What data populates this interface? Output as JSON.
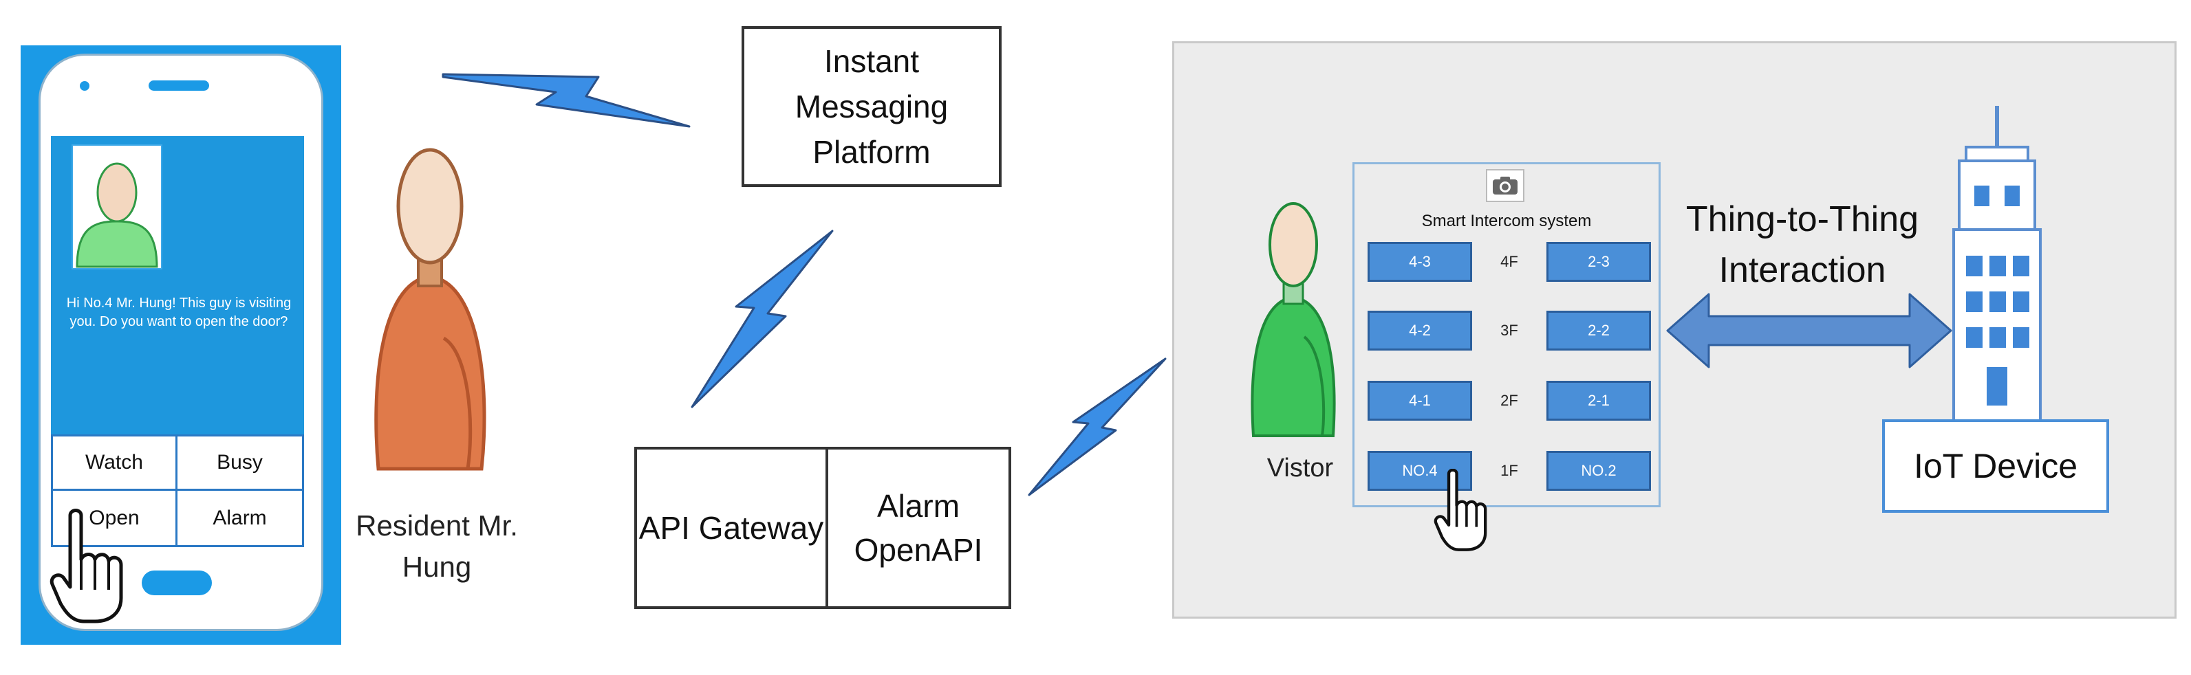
{
  "phone": {
    "message": "Hi No.4 Mr. Hung! This guy is visiting you. Do you want to open the door?",
    "buttons": [
      "Watch",
      "Busy",
      "Open",
      "Alarm"
    ]
  },
  "resident": {
    "label": "Resident Mr. Hung"
  },
  "im_platform": {
    "label": "Instant Messaging Platform"
  },
  "api": {
    "gateway": "API Gateway",
    "openapi": "Alarm OpenAPI"
  },
  "intercom": {
    "title": "Smart Intercom system",
    "rows": [
      {
        "left": "4-3",
        "floor": "4F",
        "right": "2-3"
      },
      {
        "left": "4-2",
        "floor": "3F",
        "right": "2-2"
      },
      {
        "left": "4-1",
        "floor": "2F",
        "right": "2-1"
      },
      {
        "left": "NO.4",
        "floor": "1F",
        "right": "NO.2"
      }
    ]
  },
  "visitor": {
    "label": "Vistor"
  },
  "interaction": {
    "label": "Thing-to-Thing Interaction"
  },
  "iot": {
    "label": "IoT Device"
  },
  "colors": {
    "phone_blue": "#1b9ae6",
    "lightning": "#3a8ee6",
    "resident_body": "#e07a4a",
    "visitor_body": "#3cc35a",
    "arrow": "#5b8ed0"
  }
}
